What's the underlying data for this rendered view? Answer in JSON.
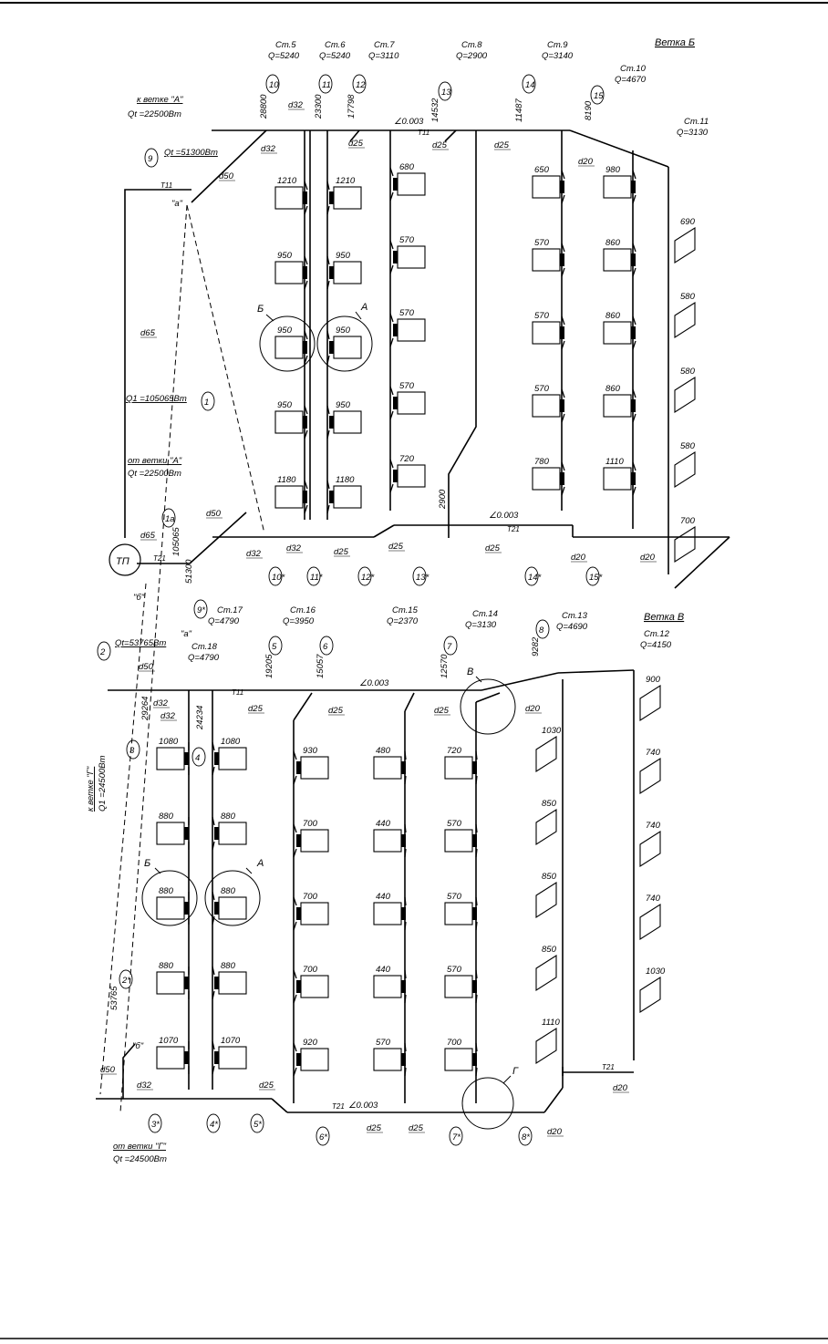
{
  "branches": {
    "b": "Ветка Б",
    "v": "Ветка В"
  },
  "headers": {
    "st5": [
      "Ст.5",
      "Q=5240"
    ],
    "st6": [
      "Ст.6",
      "Q=5240"
    ],
    "st7": [
      "Ст.7",
      "Q=3110"
    ],
    "st8": [
      "Ст.8",
      "Q=2900"
    ],
    "st9": [
      "Ст.9",
      "Q=3140"
    ],
    "st10": [
      "Ст.10",
      "Q=4670"
    ],
    "st11": [
      "Ст.11",
      "Q=3130"
    ],
    "st17": [
      "Ст.17",
      "Q=4790"
    ],
    "st18": [
      "Ст.18",
      "Q=4790"
    ],
    "st16": [
      "Ст.16",
      "Q=3950"
    ],
    "st15": [
      "Ст.15",
      "Q=2370"
    ],
    "st14": [
      "Ст.14",
      "Q=3130"
    ],
    "st13": [
      "Ст.13",
      "Q=4690"
    ],
    "st12": [
      "Ст.12",
      "Q=4150"
    ]
  },
  "notes": {
    "to_a": [
      "к ветке \"А\"",
      "Qt =22500Вт"
    ],
    "q9": "Qt =51300Вт",
    "q1": "Q1 =105065Вт",
    "from_a": [
      "от ветки \"А\"",
      "Qt =22500Вт"
    ],
    "q2": "Qt=53765Вт",
    "to_g": [
      "к ветке \"Г\"",
      "Q1 =24500Вт"
    ],
    "from_g": [
      "от ветки \"Г\"",
      "Qt =24500Вт"
    ],
    "tp": "ТП",
    "pt_a": "\"а\"",
    "pt_b": "\"б\"",
    "slope": "∠0.003",
    "t11": "Т11",
    "t21": "Т21"
  },
  "nodes": [
    "10",
    "11",
    "12",
    "13",
    "14",
    "15",
    "9",
    "1",
    "1а",
    "2",
    "3",
    "4",
    "5",
    "6",
    "7",
    "8",
    "9*",
    "10*",
    "11*",
    "12*",
    "13*",
    "14*",
    "15*",
    "2*",
    "3*",
    "4*",
    "5*",
    "6*",
    "7*",
    "8*"
  ],
  "pipe_labels": {
    "loads": [
      "28800",
      "23300",
      "17798",
      "14532",
      "11487",
      "8190",
      "105065",
      "51300",
      "19205",
      "15057",
      "12570",
      "9282",
      "29264",
      "24234",
      "53765",
      "2900"
    ],
    "diameters": [
      "d32",
      "d25",
      "d20",
      "d50",
      "d65"
    ]
  },
  "callouts": [
    "Б",
    "А",
    "В",
    "Г"
  ],
  "radiators": {
    "st5": [
      "1210",
      "950",
      "950",
      "950",
      "1180"
    ],
    "st6": [
      "1210",
      "950",
      "950",
      "950",
      "1180"
    ],
    "st7": [
      "680",
      "570",
      "570",
      "570",
      "720"
    ],
    "st9": [
      "650",
      "570",
      "570",
      "570",
      "780"
    ],
    "st10": [
      "980",
      "860",
      "860",
      "860",
      "1110"
    ],
    "st11": [
      "690",
      "580",
      "580",
      "580",
      "700"
    ],
    "st17": [
      "1080",
      "880",
      "880",
      "880",
      "1070"
    ],
    "st18": [
      "1080",
      "880",
      "880",
      "880",
      "1070"
    ],
    "st16": [
      "930",
      "700",
      "700",
      "700",
      "920"
    ],
    "st15": [
      "480",
      "440",
      "440",
      "440",
      "570"
    ],
    "st14": [
      "720",
      "570",
      "570",
      "570",
      "700"
    ],
    "st13": [
      "1030",
      "850",
      "850",
      "850",
      "1110"
    ],
    "st12": [
      "900",
      "740",
      "740",
      "740",
      "1030"
    ]
  }
}
